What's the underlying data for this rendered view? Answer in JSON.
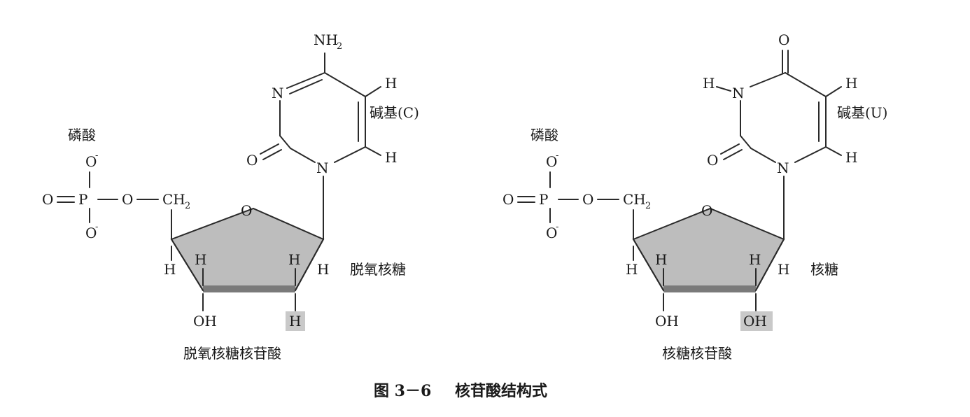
{
  "left": {
    "phosphate_label": "磷酸",
    "base_label": "碱基(C)",
    "sugar_label": "脱氧核糖",
    "name_label": "脱氧核糖核苷酸",
    "atoms": {
      "o_minus_top": "O",
      "o_minus_bottom": "O",
      "o_double": "O",
      "p": "P",
      "o_link": "O",
      "ch": "CH",
      "ch_sub": "2",
      "sup_minus": "-",
      "ring_o": "O",
      "c4_h": "H",
      "c3_h": "H",
      "c2_h_up": "H",
      "c1_h": "H",
      "c3_oh": "OH",
      "c2_h_down": "H",
      "n1": "N",
      "n3": "N",
      "c2_o": "O",
      "c4_n": "NH",
      "c4_n_sub": "2",
      "c5_h": "H",
      "c6_h": "H"
    },
    "highlight_color": "#c9c9c9"
  },
  "right": {
    "phosphate_label": "磷酸",
    "base_label": "碱基(U)",
    "sugar_label": "核糖",
    "name_label": "核糖核苷酸",
    "atoms": {
      "o_minus_top": "O",
      "o_minus_bottom": "O",
      "o_double": "O",
      "p": "P",
      "o_link": "O",
      "ch": "CH",
      "ch_sub": "2",
      "sup_minus": "-",
      "ring_o": "O",
      "c4_h": "H",
      "c3_h": "H",
      "c2_h_up": "H",
      "c1_h": "H",
      "c3_oh": "OH",
      "c2_oh": "OH",
      "n1": "N",
      "n3": "N",
      "n3_h": "H",
      "c2_o": "O",
      "c4_o": "O",
      "c5_h": "H",
      "c6_h": "H"
    },
    "highlight_color": "#c9c9c9"
  },
  "caption": {
    "prefix": "图 3－6",
    "title": "核苷酸结构式"
  },
  "colors": {
    "sugar_fill": "#b9b9b9",
    "sugar_edge": "#6e6e6e"
  }
}
